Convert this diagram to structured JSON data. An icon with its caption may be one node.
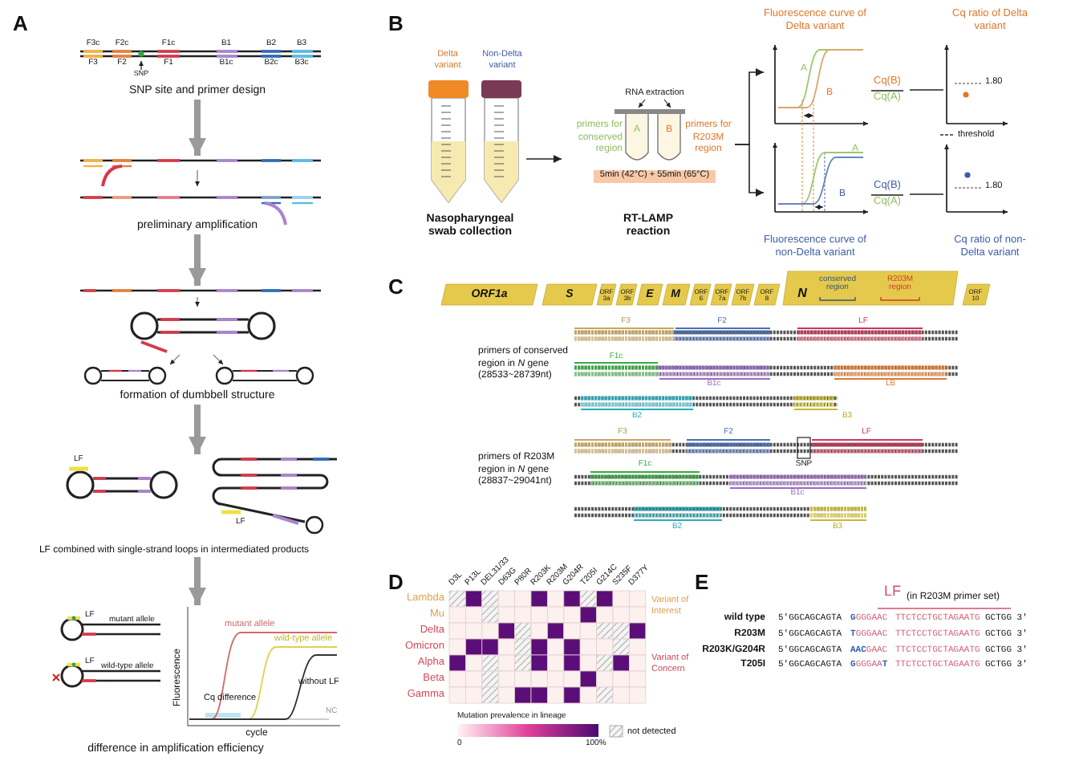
{
  "diagram": {
    "nodes": [
      {
        "text": [
          "SNP site and primer design"
        ]
      },
      {
        "text": [
          "preliminary amplification"
        ]
      },
      {
        "text": [
          "formation of dumbbell structure"
        ]
      },
      {
        "text": [
          "LF combined with single-strand loops in intermediated products"
        ]
      },
      {
        "text": [
          "difference in amplification efficiency"
        ]
      },
      {
        "text": [
          "Nasopharyngeal swab collection"
        ]
      },
      {
        "text": [
          "RT-LAMP reaction"
        ]
      },
      {
        "text": [
          "Fluorescence curve of Delta variant"
        ]
      },
      {
        "text": [
          "Fluorescence curve of non-Delta variant"
        ]
      },
      {
        "text": [
          "Cq(B)",
          "Cq(A)"
        ]
      },
      {
        "text": [
          "Cq(B)",
          "Cq(A)"
        ]
      },
      {
        "text": [
          "Cq ratio of Delta variant"
        ]
      },
      {
        "text": [
          "Cq ratio of non-Delta variant"
        ]
      }
    ],
    "edges": [
      {
        "from": 0,
        "to": 1,
        "arrow": "to",
        "style": "thick",
        "color": "#9a9a9a"
      },
      {
        "from": 1,
        "to": 2,
        "arrow": "to",
        "style": "thick",
        "color": "#9a9a9a"
      },
      {
        "from": 2,
        "to": 3,
        "arrow": "to",
        "style": "thick",
        "color": "#9a9a9a"
      },
      {
        "from": 3,
        "to": 4,
        "arrow": "to",
        "style": "thick",
        "color": "#9a9a9a"
      },
      {
        "from": 5,
        "to": 6,
        "arrow": "to"
      },
      {
        "from": 6,
        "to": 7,
        "arrow": "to"
      },
      {
        "from": 6,
        "to": 8,
        "arrow": "to"
      },
      {
        "from": 9,
        "to": 11,
        "arrow": "none"
      },
      {
        "from": 10,
        "to": 12,
        "arrow": "none"
      }
    ],
    "labels": [
      "A",
      "F3c",
      "F2c",
      "F1c",
      "B1",
      "B2",
      "B3",
      "F3",
      "F2",
      "F1",
      "B1c",
      "B2c",
      "B3c",
      "SNP",
      "LF",
      "LF",
      "LF",
      "mutant allele",
      "LF",
      "wild-type allele",
      "mutant allele",
      "wild-type allele",
      "without LF",
      "NC",
      "Cq difference",
      "Fluorescence",
      "cycle",
      "B",
      "Delta variant",
      "Non-Delta variant",
      "RNA extraction",
      "primers for conserved region",
      "A",
      "B",
      "primers for R203M region",
      "5min (42°C) + 55min (65°C)",
      "A",
      "B",
      "A",
      "B",
      "1.80",
      "1.80",
      "C",
      "ORF1a",
      "S",
      "ORF 3a",
      "ORF 3b",
      "E",
      "M",
      "ORF 6",
      "ORF 7a",
      "ORF 7b",
      "ORF 8",
      "N",
      "conserved region",
      "R203M region",
      "ORF 10",
      "primers of conserved region in *N* gene (28533~28739nt)",
      "F3",
      "F2",
      "LF",
      "F1c",
      "B1c",
      "LB",
      "B2",
      "B3",
      "primers of R203M region in *N* gene (28837~29041nt)",
      "F3",
      "F2",
      "LF",
      "F1c",
      "SNP",
      "B1c",
      "B2",
      "B3",
      "D",
      "D3L",
      "P13L",
      "DEL31/33",
      "D63G",
      "P80R",
      "R203K",
      "R203M",
      "G204R",
      "T205I",
      "G214C",
      "S235F",
      "D377Y",
      "Lambda",
      "Mu",
      "Delta",
      "Omicron",
      "Alpha",
      "Beta",
      "Gamma",
      "Variant of Interest",
      "Variant of Concern",
      "Mutation prevalence in lineage",
      "0",
      "100%",
      "E",
      "LF",
      "(in R203M primer set)",
      "wild type",
      "5'GGCAGCAGTA",
      "**G**GGGAAC",
      "TTCTCCTGCTAGAATG",
      "GCTGG 3'",
      "R203M",
      "5'GGCAGCAGTA",
      "**T**GGGAAC",
      "TTCTCCTGCTAGAATG",
      "GCTGG 3'",
      "R203K/G204R",
      "5'GGCAGCAGTA",
      "**AAC**GAAC",
      "TTCTCCTGCTAGAATG",
      "GCTGG 3'",
      "T205I",
      "5'GGCAGCAGTA",
      "**G**GGGAA**T**",
      "TTCTCCTGCTAGAATG",
      "GCTGG 3'"
    ],
    "legend": [
      {
        "text": "threshold"
      },
      {
        "text": "not detected"
      }
    ]
  }
}
